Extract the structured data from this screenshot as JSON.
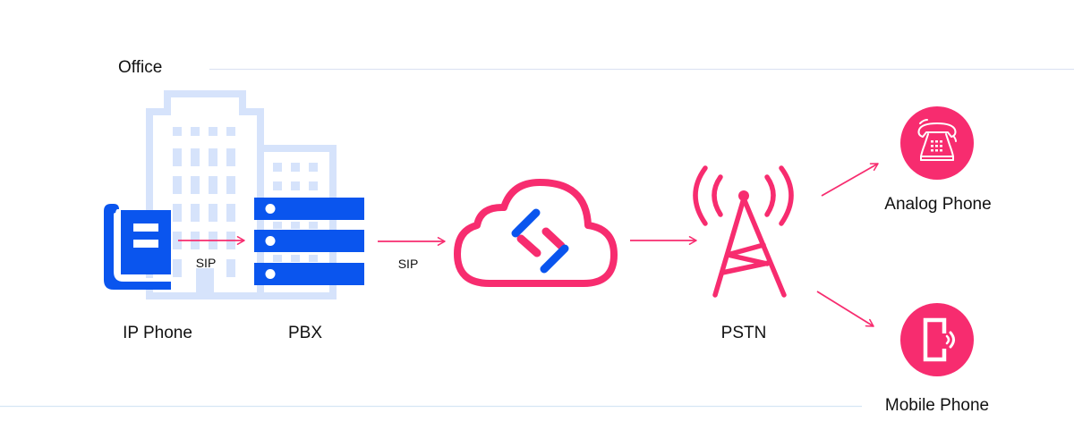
{
  "diagram": {
    "title": "Office",
    "colors": {
      "accent_pink": "#F72C6F",
      "brand_blue": "#0A55EE",
      "building_tint": "#D6E3FB",
      "divider": "#DCE6F2",
      "text": "#111111"
    },
    "nodes": [
      {
        "id": "ip-phone",
        "label": "IP Phone",
        "icon": "desk-phone-icon"
      },
      {
        "id": "pbx",
        "label": "PBX",
        "icon": "server-rack-icon"
      },
      {
        "id": "cloud",
        "label": "",
        "icon": "cloud-logo-icon"
      },
      {
        "id": "pstn",
        "label": "PSTN",
        "icon": "cell-tower-icon"
      },
      {
        "id": "analog-phone",
        "label": "Analog Phone",
        "icon": "rotary-phone-icon"
      },
      {
        "id": "mobile-phone",
        "label": "Mobile Phone",
        "icon": "mobile-phone-icon"
      }
    ],
    "edges": [
      {
        "from": "ip-phone",
        "to": "pbx",
        "label": "SIP"
      },
      {
        "from": "pbx",
        "to": "cloud",
        "label": "SIP"
      },
      {
        "from": "cloud",
        "to": "pstn",
        "label": ""
      },
      {
        "from": "pstn",
        "to": "analog-phone",
        "label": ""
      },
      {
        "from": "pstn",
        "to": "mobile-phone",
        "label": ""
      }
    ],
    "background_icon": "office-building-icon"
  }
}
